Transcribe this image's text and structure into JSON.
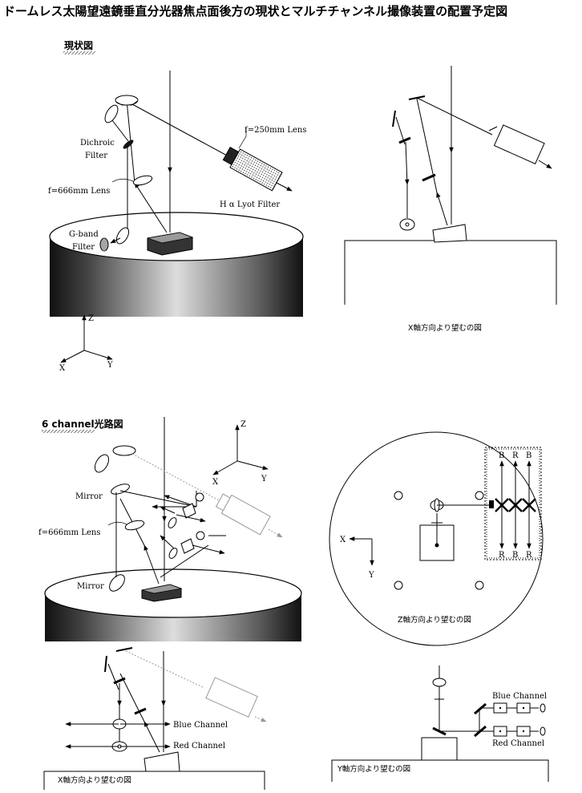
{
  "title": "ドームレス太陽望遠鏡垂直分光器焦点面後方の現状とマルチチャンネル撮像装置の配置予定図",
  "sections": {
    "current": "現状図",
    "six_channel": "6 channel光路図"
  },
  "labels": {
    "f250_lens": "f=250mm Lens",
    "dichroic_1": "Dichroic",
    "dichroic_2": "Filter",
    "f666_lens": "f=666mm Lens",
    "gband_1": "G-band",
    "gband_2": "Filter",
    "halpha_lyot": "H α Lyot Filter",
    "mirror_top": "Mirror",
    "mirror_bottom": "Mirror",
    "f666_lens_2": "f=666mm Lens",
    "blue_channel": "Blue Channel",
    "red_channel": "Red Channel",
    "blue_channel_2": "Blue Channel",
    "red_channel_2": "Red Channel"
  },
  "axes": {
    "x": "X",
    "y": "Y",
    "z": "Z"
  },
  "captions": {
    "x_view_1": "X軸方向より望むの図",
    "z_view": "Z軸方向より望むの図",
    "x_view_2": "X軸方向より望むの図",
    "y_view": "Y軸方向より望むの図"
  },
  "channel_letters": {
    "top": [
      "B",
      "R",
      "B"
    ],
    "bottom": [
      "R",
      "B",
      "R"
    ]
  }
}
